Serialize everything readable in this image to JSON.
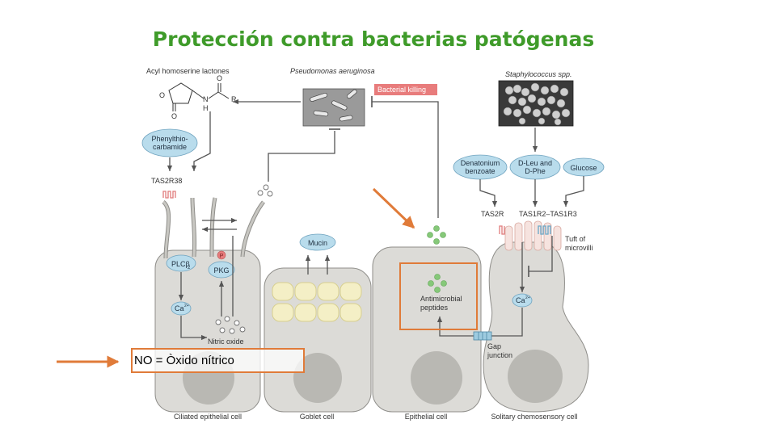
{
  "title": "Protección contra bacterias patógenas",
  "top_labels": {
    "acyl": "Acyl homoserine lactones",
    "pseudomonas": "Pseudomonas aeruginosa",
    "bacterial_killing": "Bacterial killing",
    "staph": "Staphylococcus spp."
  },
  "molecule": {
    "o_ring": "O",
    "o_carbonyl": "O",
    "o_amide": "O",
    "nh": "N",
    "h": "H",
    "r": "R"
  },
  "ligands": {
    "phenylthio_1": "Phenylthio-",
    "phenylthio_2": "carbamide",
    "denatonium_1": "Denatonium",
    "denatonium_2": "benzoate",
    "dleu_1": "D-Leu and",
    "dleu_2": "D-Phe",
    "glucose": "Glucose",
    "mucin": "Mucin"
  },
  "receptors": {
    "tas2r38": "TAS2R38",
    "tas2r": "TAS2R",
    "tas1r": "TAS1R2–TAS1R3",
    "tuft_1": "Tuft of",
    "tuft_2": "microvilli"
  },
  "signaling": {
    "plcb": "PLCβ",
    "plcb_sub": "2",
    "pkg": "PKG",
    "p": "P",
    "ca": "Ca",
    "ca_sup": "2+",
    "nitric_oxide": "Nitric oxide",
    "amp_1": "Antimicrobial",
    "amp_2": "peptides",
    "gap_1": "Gap",
    "gap_2": "junction"
  },
  "cells": {
    "ciliated": "Ciliated epithelial cell",
    "goblet": "Goblet cell",
    "epithelial": "Epithelial cell",
    "solitary": "Solitary chemosensory cell"
  },
  "note": "NO = Òxido nítrico",
  "colors": {
    "title": "#3f9b2a",
    "orange_accent": "#e07b39",
    "receptor_bubble": "#b9dcec",
    "peptide_green": "#86c879",
    "killing_box": "#e87c7c",
    "cell_fill": "#dcdbd7"
  }
}
